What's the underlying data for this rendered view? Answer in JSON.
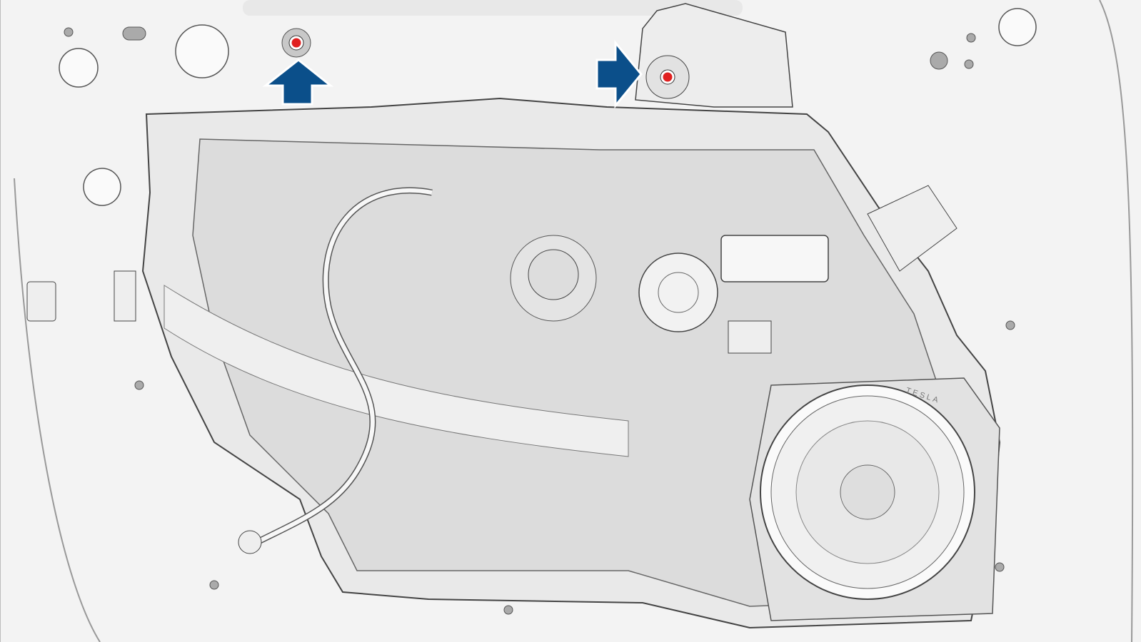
{
  "diagram": {
    "subject": "door-panel-module",
    "speaker_logo": "TESLA",
    "colors": {
      "arrow": "#0b4f8a",
      "fastener_highlight": "#e02020",
      "background": "#f3f3f3",
      "line": "#555555"
    },
    "callouts": [
      {
        "id": "upper-left-fastener",
        "arrow_direction": "up"
      },
      {
        "id": "upper-right-fastener",
        "arrow_direction": "right"
      }
    ]
  }
}
